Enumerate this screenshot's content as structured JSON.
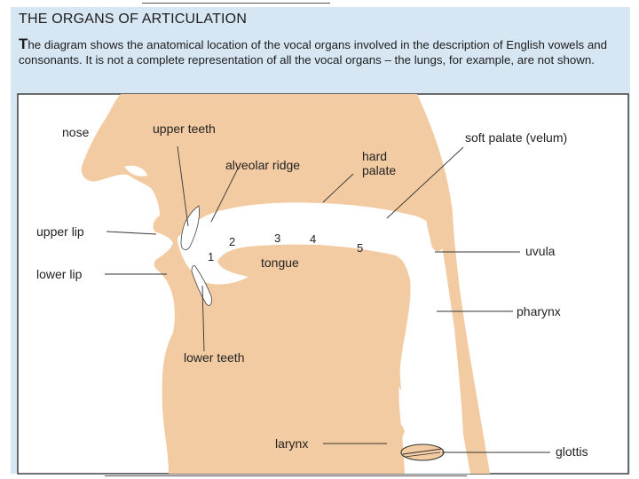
{
  "title": "THE ORGANS OF ARTICULATION",
  "intro": {
    "dropcap": "T",
    "text": "he diagram shows the anatomical location of the vocal organs involved in the description of English vowels and consonants. It is not a complete representation of all the vocal organs – the lungs, for example, are not shown."
  },
  "colors": {
    "panel": "#d7e6f3",
    "tissue": "#f3cba2",
    "cavity": "#ffffff",
    "frame": "#333333"
  },
  "labels": {
    "nose": "nose",
    "upper_teeth": "upper teeth",
    "alveolar_ridge": "alveolar ridge",
    "hard_palate_1": "hard",
    "hard_palate_2": "palate",
    "soft_palate": "soft palate (velum)",
    "upper_lip": "upper lip",
    "lower_lip": "lower lip",
    "uvula": "uvula",
    "tongue": "tongue",
    "pharynx": "pharynx",
    "lower_teeth": "lower teeth",
    "larynx": "larynx",
    "glottis": "glottis"
  },
  "tongue_regions": [
    "1",
    "2",
    "3",
    "4",
    "5"
  ]
}
